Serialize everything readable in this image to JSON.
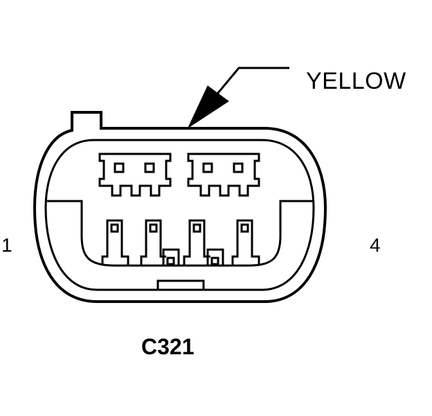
{
  "diagram": {
    "connector_id": "C321",
    "color_callout": "YELLOW",
    "pin_labels": {
      "left": "1",
      "right": "4"
    },
    "colors": {
      "stroke": "#000000",
      "background": "#ffffff"
    }
  }
}
